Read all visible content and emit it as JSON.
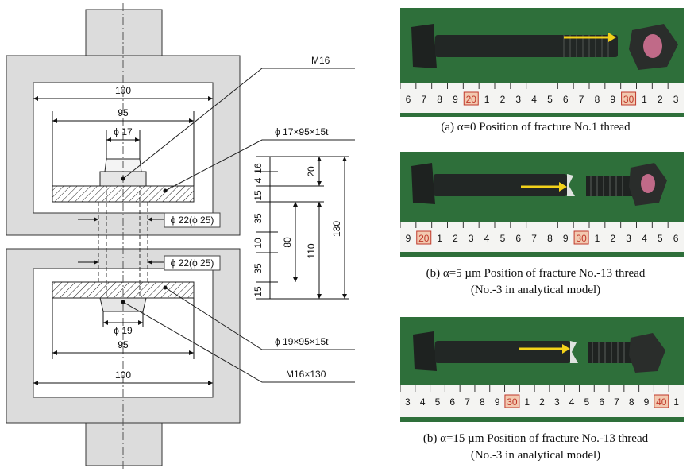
{
  "drawing": {
    "callouts": {
      "bolt_top": "M16",
      "plate_top": "ϕ 17×95×15t",
      "hole_top": "ϕ 22(ϕ 25)",
      "hole_bottom": "ϕ 22(ϕ 25)",
      "plate_bottom": "ϕ 19×95×15t",
      "bolt_bottom": "M16×130"
    },
    "dims_top": {
      "outer": "100",
      "plate": "95",
      "hole": "ϕ 17"
    },
    "dims_bottom": {
      "hole": "ϕ 19",
      "plate": "95",
      "outer": "100"
    },
    "dims_vertical": {
      "s16": "16",
      "s4": "4",
      "s15a": "15",
      "s35a": "35",
      "s10": "10",
      "s35b": "35",
      "s15b": "15",
      "v20": "20",
      "v80": "80",
      "v110": "110",
      "v130": "130"
    }
  },
  "photos": [
    {
      "caption_line1": "(a) α=0  Position of fracture No.1 thread",
      "caption_line2": "",
      "ruler": [
        "6",
        "7",
        "8",
        "9",
        "20",
        "1",
        "2",
        "3",
        "4",
        "5",
        "6",
        "7",
        "8",
        "9",
        "30",
        "1",
        "2",
        "3"
      ],
      "broken": false
    },
    {
      "caption_line1": "(b) α=5 µm  Position of fracture No.-13 thread",
      "caption_line2": "(No.-3 in analytical model)",
      "ruler": [
        "9",
        "20",
        "1",
        "2",
        "3",
        "4",
        "5",
        "6",
        "7",
        "8",
        "9",
        "30",
        "1",
        "2",
        "3",
        "4",
        "5",
        "6"
      ],
      "broken": true
    },
    {
      "caption_line1": "(b) α=15 µm  Position of fracture No.-13 thread",
      "caption_line2": "(No.-3 in analytical model)",
      "ruler": [
        "3",
        "4",
        "5",
        "6",
        "7",
        "8",
        "9",
        "30",
        "1",
        "2",
        "3",
        "4",
        "5",
        "6",
        "7",
        "8",
        "9",
        "40",
        "1"
      ],
      "broken": true
    }
  ],
  "colors": {
    "background": "#2e6f3a",
    "arrow": "#f2d21a",
    "bolt": "#1e2220"
  }
}
